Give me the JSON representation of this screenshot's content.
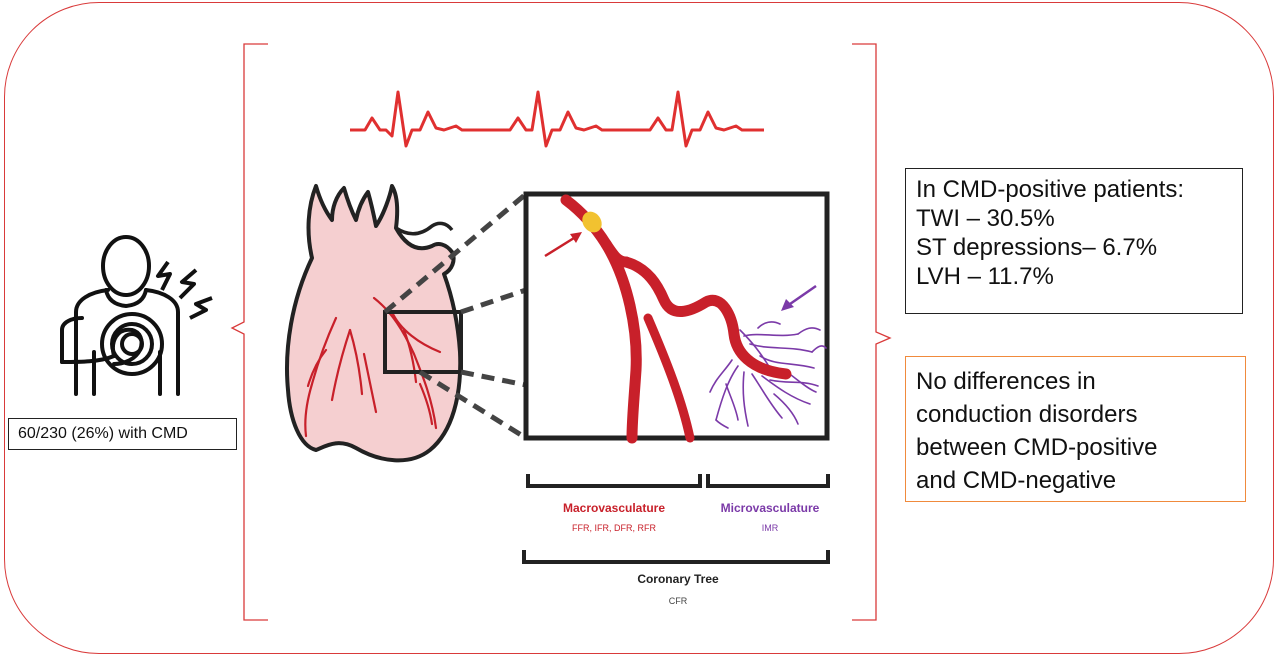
{
  "patient": {
    "caption": "60/230 (26%) with CMD"
  },
  "results": {
    "heading": "In CMD-positive patients:",
    "lines": [
      "TWI – 30.5%",
      "ST depressions– 6.7%",
      "LVH – 11.7%"
    ]
  },
  "note": {
    "lines": [
      "No differences in",
      "conduction disorders",
      "between CMD-positive",
      "and CMD-negative"
    ]
  },
  "vasculature": {
    "macro_label": "Macrovasculature",
    "macro_indices": "FFR, IFR, DFR, RFR",
    "micro_label": "Microvasculature",
    "micro_indices": "IMR",
    "tree_label": "Coronary Tree",
    "tree_index": "CFR"
  },
  "colors": {
    "frame": "#d93a3a",
    "macro": "#c8202a",
    "micro": "#7b3aa8",
    "heart_fill": "#f5cfd0",
    "ecg": "#e03030",
    "note_border": "#f08a3c",
    "plaque": "#f2c230"
  },
  "icons": [
    "chest-pain-person-icon",
    "lightning-bolt-icon",
    "heart-icon",
    "ecg-trace-icon",
    "arrow-icon"
  ]
}
